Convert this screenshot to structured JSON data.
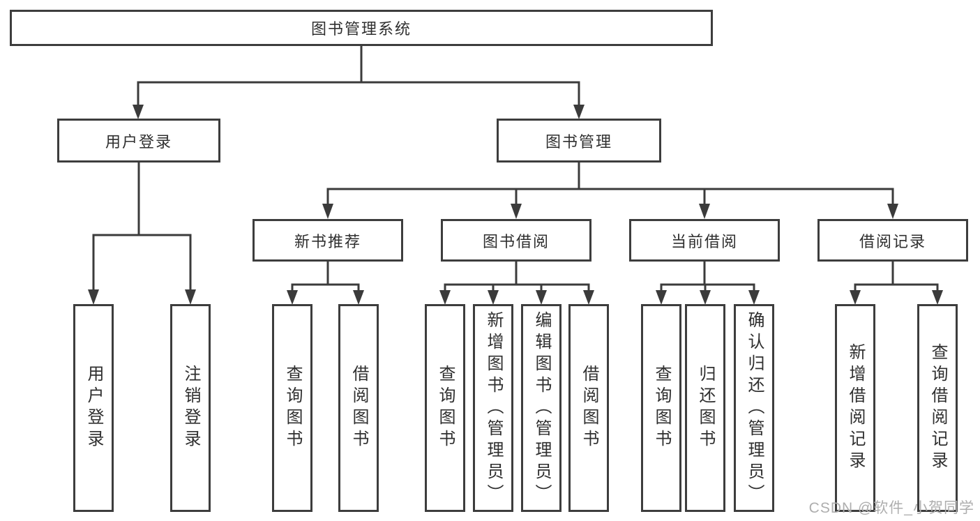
{
  "tree": {
    "root": {
      "label": "图书管理系统"
    },
    "user_login": {
      "label": "用户登录",
      "children": [
        {
          "label": "用户登录"
        },
        {
          "label": "注销登录"
        }
      ]
    },
    "book_management": {
      "label": "图书管理",
      "sections": [
        {
          "label": "新书推荐",
          "children": [
            {
              "label": "查询图书"
            },
            {
              "label": "借阅图书"
            }
          ]
        },
        {
          "label": "图书借阅",
          "children": [
            {
              "label": "查询图书"
            },
            {
              "label": "新增图书（管理员）"
            },
            {
              "label": "编辑图书（管理员）"
            },
            {
              "label": "借阅图书"
            }
          ]
        },
        {
          "label": "当前借阅",
          "children": [
            {
              "label": "查询图书"
            },
            {
              "label": "归还图书"
            },
            {
              "label": "确认归还（管理员）"
            }
          ]
        },
        {
          "label": "借阅记录",
          "children": [
            {
              "label": "新增借阅记录"
            },
            {
              "label": "查询借阅记录"
            }
          ]
        }
      ]
    }
  },
  "watermark": {
    "text": "CSDN @软件_小贺同学"
  },
  "colors": {
    "line": "#3b3b3b",
    "text": "#2f2f2f",
    "watermark": "#aeaeae",
    "background": "#ffffff"
  }
}
